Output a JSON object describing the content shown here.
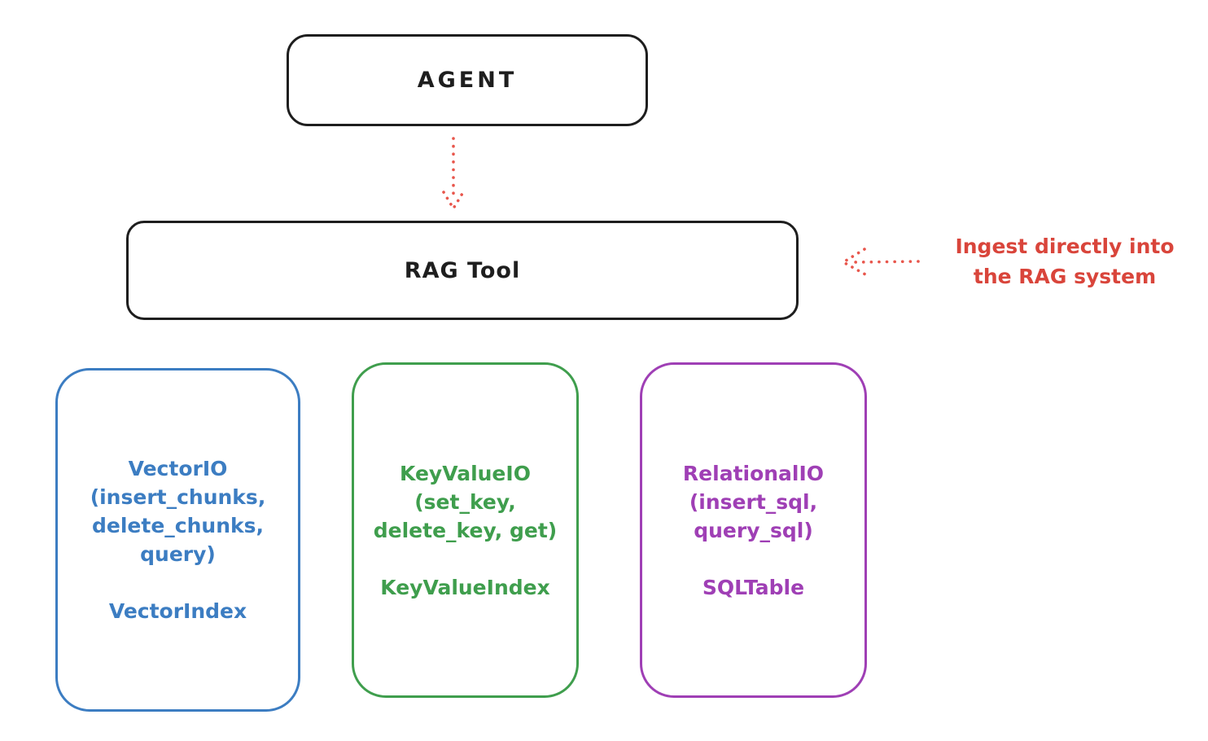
{
  "agent_box": {
    "label": "AGENT"
  },
  "rag_tool_box": {
    "label": "RAG Tool"
  },
  "ingest_annotation": {
    "line1": "Ingest directly into",
    "line2": "the RAG system",
    "color": "#d9453b"
  },
  "arrows": {
    "agent_to_rag": {
      "style": "dotted",
      "color": "#e8564c",
      "direction": "down",
      "from": "AGENT",
      "to": "RAG Tool"
    },
    "ingest_to_rag": {
      "style": "dotted",
      "color": "#e8564c",
      "direction": "left",
      "from": "Ingest annotation",
      "to": "RAG Tool"
    }
  },
  "storage_boxes": {
    "vector": {
      "color": "#3c7dc2",
      "title": "VectorIO",
      "method_lines": [
        "(insert_chunks,",
        "delete_chunks,",
        "query)"
      ],
      "index_label": "VectorIndex"
    },
    "keyvalue": {
      "color": "#3f9e4d",
      "title": "KeyValueIO",
      "method_lines": [
        "(set_key,",
        "delete_key, get)"
      ],
      "index_label": "KeyValueIndex"
    },
    "relational": {
      "color": "#9f3fb5",
      "title": "RelationalIO",
      "method_lines": [
        "(insert_sql,",
        "query_sql)"
      ],
      "index_label": "SQLTable"
    }
  }
}
